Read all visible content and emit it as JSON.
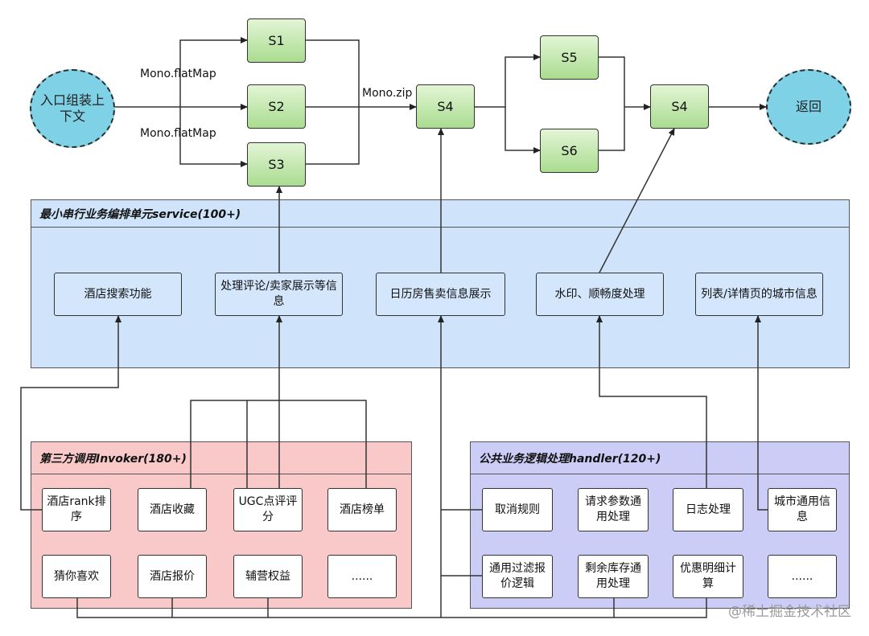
{
  "flow": {
    "start": "入口组装上下文",
    "end": "返回",
    "steps": {
      "s1": "S1",
      "s2": "S2",
      "s3": "S3",
      "s4a": "S4",
      "s5": "S5",
      "s6": "S6",
      "s4b": "S4"
    },
    "labels": {
      "flatmap_top": "Mono.flatMap",
      "flatmap_bottom": "Mono.flatMap",
      "zip": "Mono.zip"
    }
  },
  "service_panel": {
    "title": "最小串行业务编排单元service(100+)",
    "items": [
      "酒店搜索功能",
      "处理评论/卖家展示等信息",
      "日历房售卖信息展示",
      "水印、顺畅度处理",
      "列表/详情页的城市信息"
    ]
  },
  "invoker_panel": {
    "title": "第三方调用Invoker(180+)",
    "items": [
      "酒店rank排序",
      "酒店收藏",
      "UGC点评评分",
      "酒店榜单",
      "猜你喜欢",
      "酒店报价",
      "辅营权益",
      "......"
    ]
  },
  "handler_panel": {
    "title": "公共业务逻辑处理handler(120+)",
    "items": [
      "取消规则",
      "请求参数通用处理",
      "日志处理",
      "城市通用信息",
      "通用过滤报价逻辑",
      "剩余库存通用处理",
      "优惠明细计算",
      "......"
    ]
  },
  "watermark": "@稀土掘金技术社区"
}
